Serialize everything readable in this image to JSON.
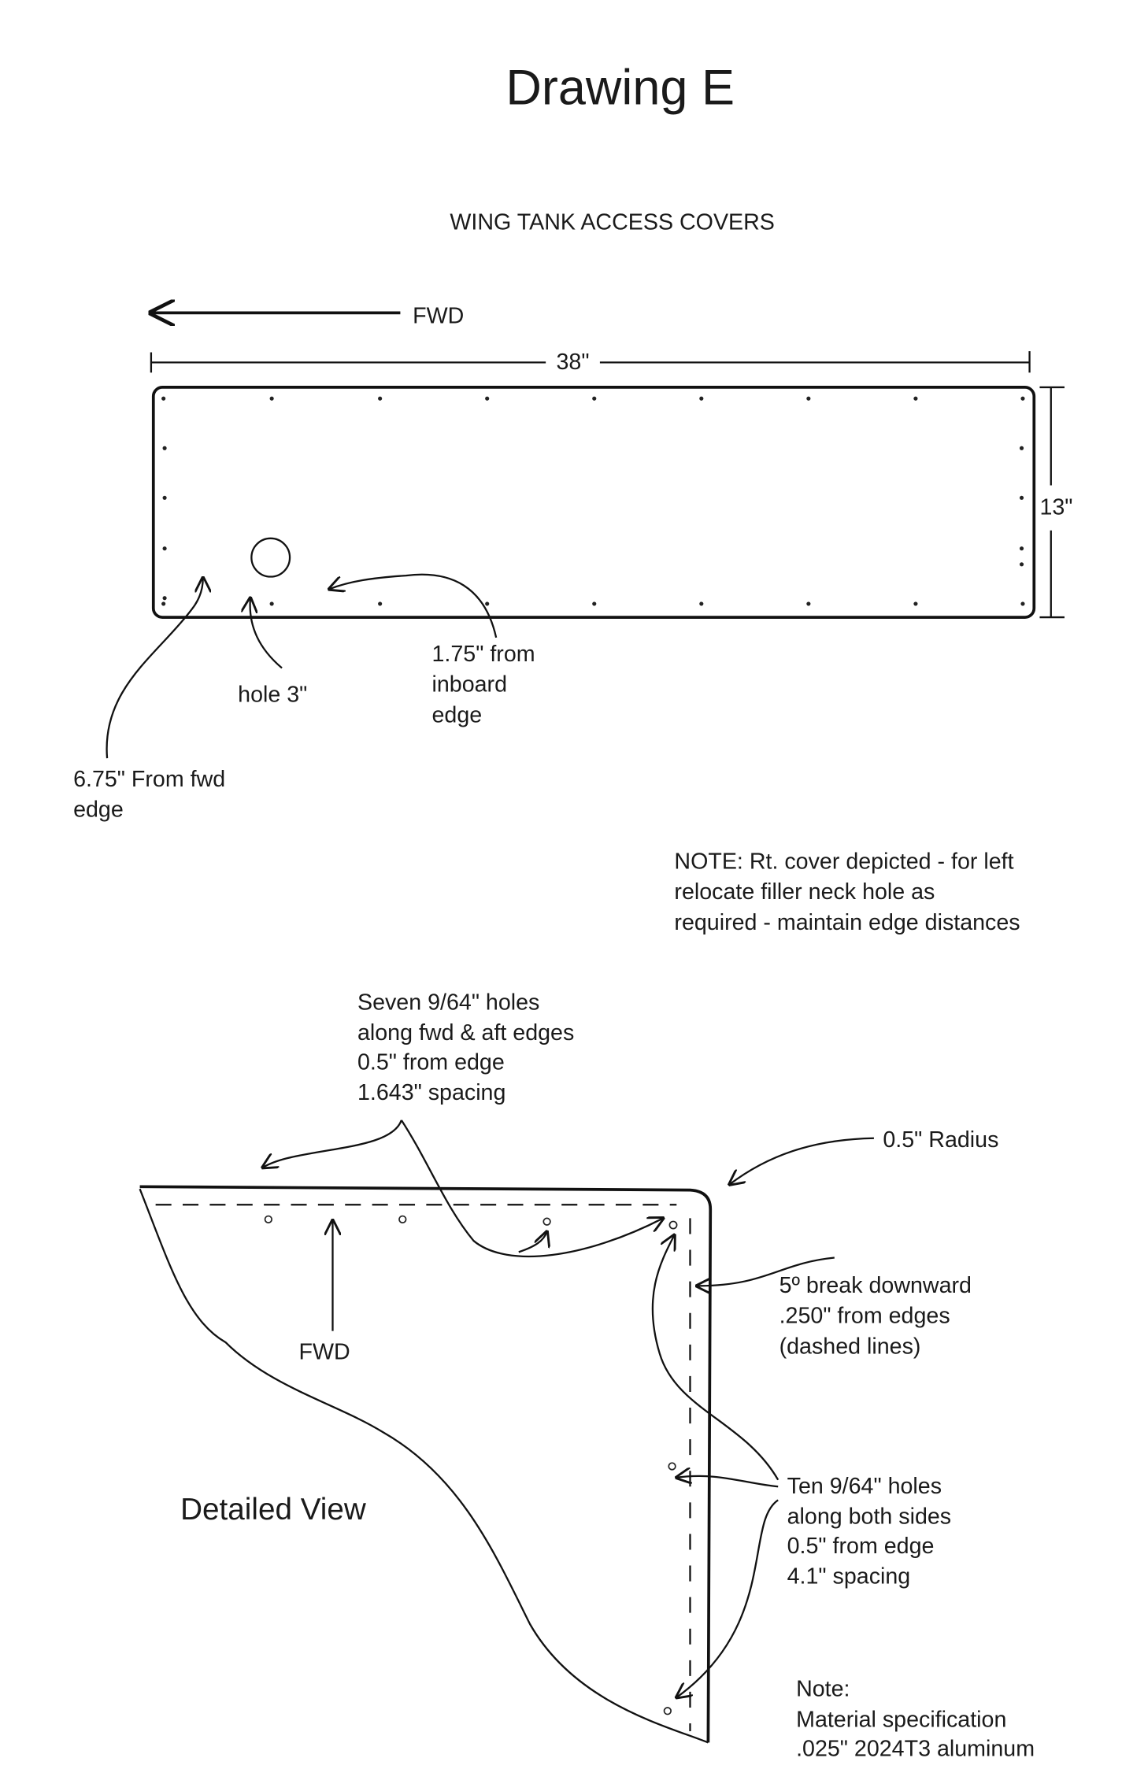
{
  "title": "Drawing E",
  "subtitle": "WING TANK ACCESS COVERS",
  "top_view": {
    "direction_label": "FWD",
    "width_dim": "38\"",
    "height_dim": "13\"",
    "hole_label": "hole 3\"",
    "inboard_label": [
      "1.75\" from",
      "inboard",
      "edge"
    ],
    "fwd_edge_label": [
      "6.75\" From fwd",
      "edge"
    ]
  },
  "note_top": [
    "NOTE: Rt. cover depicted - for left",
    "relocate filler neck hole as",
    "required - maintain edge distances"
  ],
  "detail_view": {
    "title": "Detailed View",
    "direction_label": "FWD",
    "fwd_aft_holes": [
      "Seven 9/64\" holes",
      "along fwd & aft edges",
      "0.5\" from edge",
      "1.643\" spacing"
    ],
    "radius_label": "0.5\" Radius",
    "break_label": [
      "5º break downward",
      ".250\" from edges",
      "(dashed lines)"
    ],
    "side_holes": [
      "Ten 9/64\" holes",
      "along both sides",
      "0.5\" from edge",
      "4.1\" spacing"
    ],
    "material_note": [
      "Note:",
      "Material specification",
      ".025\" 2024T3 aluminum"
    ]
  }
}
